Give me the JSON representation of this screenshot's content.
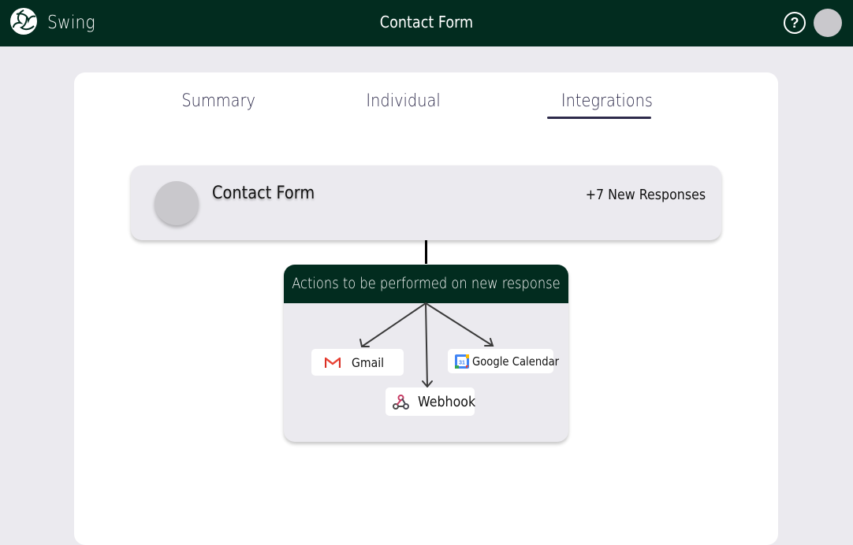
{
  "app": {
    "name": "Swing",
    "logo_icon": "swing-logo-icon"
  },
  "header": {
    "title": "Contact Form",
    "help_icon": "question-circle-icon",
    "help_glyph": "?"
  },
  "tabs": [
    {
      "label": "Summary",
      "active": false
    },
    {
      "label": "Individual",
      "active": false
    },
    {
      "label": "Integrations",
      "active": true
    }
  ],
  "form_card": {
    "title": "Contact Form",
    "responses": "+7 New Responses"
  },
  "actions": {
    "header": "Actions to be performed on new response",
    "items": [
      {
        "label": "Gmail",
        "icon": "gmail-icon"
      },
      {
        "label": "Google Calendar",
        "icon": "google-calendar-icon"
      },
      {
        "label": "Webhook",
        "icon": "webhook-icon"
      }
    ]
  },
  "colors": {
    "header_bg": "#022c1f",
    "page_bg": "#ebeaef",
    "card_bg": "#ffffff",
    "tab_text": "#2d2a4a",
    "avatar": "#c9c8cc"
  }
}
